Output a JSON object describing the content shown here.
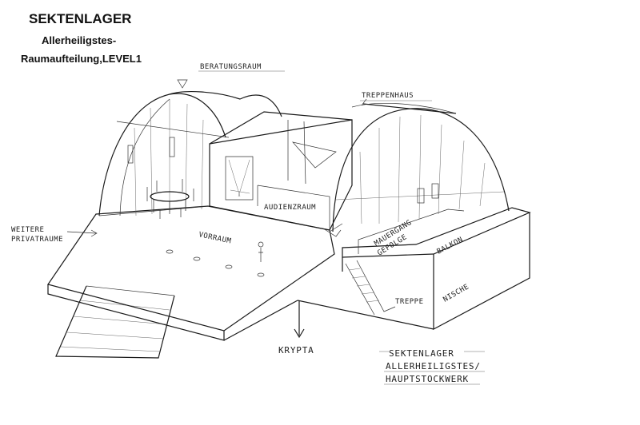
{
  "header": {
    "title": "SEKTENLAGER",
    "subtitle_line1": "Allerheiligstes-",
    "subtitle_line2": "Raumaufteilung,LEVEL1"
  },
  "labels": {
    "beratungsraum": "BERATUNGSRAUM",
    "treppenhaus": "TREPPENHAUS",
    "weitere_line1": "WEITERE",
    "weitere_line2": "PRIVATRAUME",
    "audienzraum": "AUDIENZRAUM",
    "vorraum": "VORRAUM",
    "balkon": "BALKON",
    "gefolge_line1": "MAUERGANG",
    "gefolge_line2": "GEFOLGE",
    "nische": "NISCHE",
    "treppe": "TREPPE",
    "krypta": "KRYPTA"
  },
  "caption": {
    "line1": "SEKTENLAGER",
    "line2": "ALLERHEILIGSTES/",
    "line3": "HAUPTSTOCKWERK"
  }
}
